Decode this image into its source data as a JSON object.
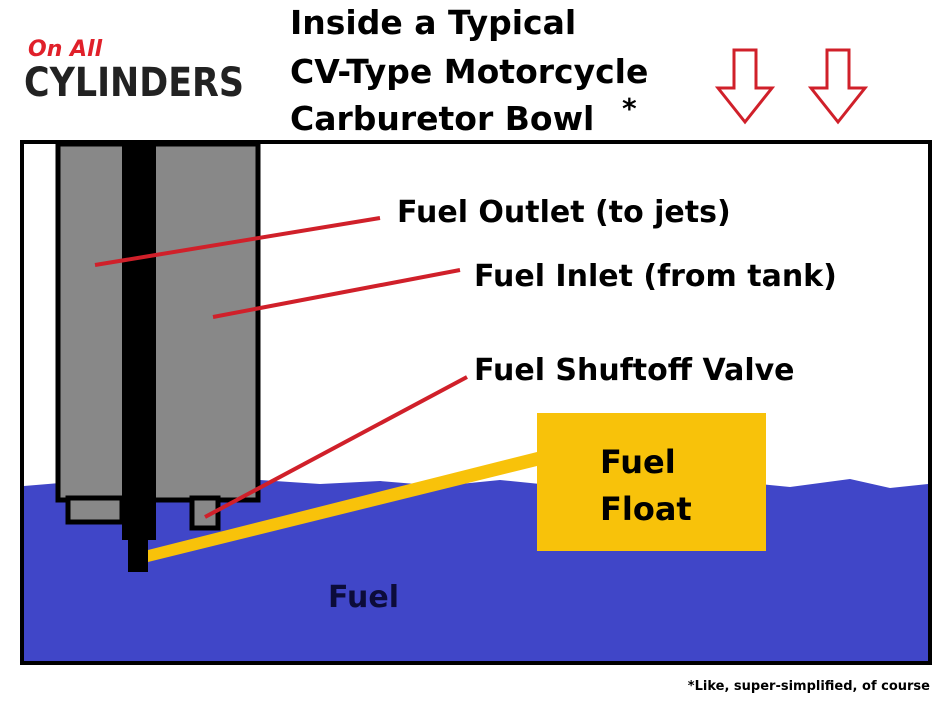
{
  "logo": {
    "line1": "On All",
    "line2": "CYLINDERS"
  },
  "title": {
    "line1": "Inside a Typical",
    "line2": "CV-Type Motorcycle",
    "line3": "Carburetor Bowl",
    "asterisk": "*"
  },
  "labels": {
    "outlet": "Fuel Outlet (to jets)",
    "inlet": "Fuel Inlet (from tank)",
    "valve": "Fuel Shuftoff Valve",
    "float_line1": "Fuel",
    "float_line2": "Float",
    "fuel": "Fuel"
  },
  "footnote": "*Like, super-simplified, of course",
  "colors": {
    "fuel": "#4046c8",
    "float": "#f8c20a",
    "leader": "#d0202a",
    "block": "#888888",
    "arrow": "#d0202a"
  }
}
